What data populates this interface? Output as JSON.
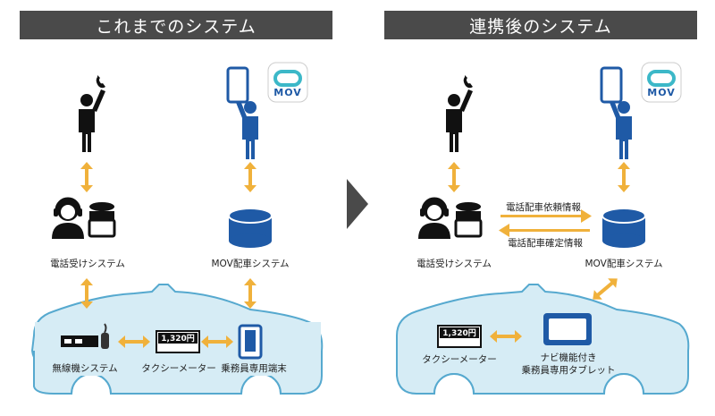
{
  "left_panel": {
    "title": "これまでのシステム",
    "phone_system_label": "電話受けシステム",
    "mov_system_label": "MOV配車システム",
    "radio_label": "無線機システム",
    "meter_label": "タクシーメーター",
    "terminal_label": "乗務員専用端末",
    "meter_display": "1,320円"
  },
  "right_panel": {
    "title": "連携後のシステム",
    "phone_system_label": "電話受けシステム",
    "mov_system_label": "MOV配車システム",
    "request_info_label": "電話配車依頼情報",
    "confirm_info_label": "電話配車確定情報",
    "meter_label": "タクシーメーター",
    "tablet_label_line1": "ナビ機能付き",
    "tablet_label_line2": "乗務員専用タブレット",
    "meter_display": "1,320円"
  },
  "logo": {
    "text": "MOV"
  },
  "colors": {
    "header_bg": "#4a4a4a",
    "car_fill": "#d6ecf5",
    "car_stroke": "#56a9cf",
    "mov_blue": "#1f5aa6",
    "arrow_gold": "#f0b13b",
    "logo_teal": "#3cb8c8"
  }
}
